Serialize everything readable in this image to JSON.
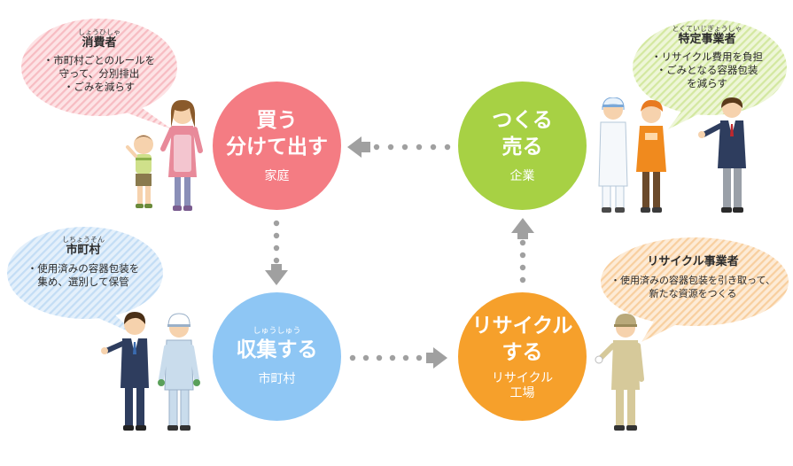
{
  "circles": {
    "household": {
      "main_line1": "買う",
      "main_line2": "分けて出す",
      "sub": "家庭",
      "color": "#f47c83"
    },
    "company": {
      "main_line1": "つくる",
      "main_line2": "売る",
      "sub": "企業",
      "color": "#a7d144"
    },
    "collection": {
      "ruby": "しゅうしゅう",
      "main": "収集する",
      "sub": "市町村",
      "color": "#8ec6f4"
    },
    "recycling": {
      "main_line1": "リサイクル",
      "main_line2": "する",
      "sub_line1": "リサイクル",
      "sub_line2": "工場",
      "color": "#f6a02b"
    }
  },
  "bubbles": {
    "consumer": {
      "ruby": "しょうひしゃ",
      "title": "消費者",
      "lines": [
        "・市町村ごとのルールを",
        "守って、分別排出",
        "・ごみを減らす"
      ],
      "color": "#f7b6bc"
    },
    "business": {
      "ruby": "とくていじぎょうしゃ",
      "title": "特定事業者",
      "lines": [
        "・リサイクル費用を負担",
        "・ごみとなる容器包装",
        "を減らす"
      ],
      "color": "#c7e08a"
    },
    "municipality": {
      "ruby": "しちょうそん",
      "title": "市町村",
      "lines": [
        "・使用済みの容器包装を",
        "集め、選別して保管"
      ],
      "color": "#b9d9f4"
    },
    "recycler": {
      "title": "リサイクル事業者",
      "lines": [
        "・使用済みの容器包装を引き取って、",
        "新たな資源をつくる"
      ],
      "color": "#f9c992"
    }
  },
  "arrow_color": "#9b9b9b",
  "people": {
    "consumers": "mother-and-child-figures",
    "business": "factory-worker-clerk-manager-figures",
    "municipality": "office-worker-and-collector-figures",
    "recycler": "recycling-worker-figure"
  }
}
